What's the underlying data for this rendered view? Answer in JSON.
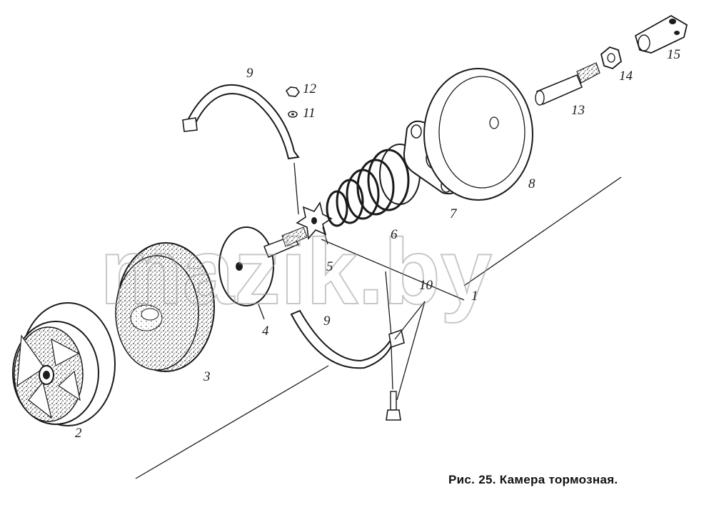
{
  "figure": {
    "caption": "Рис. 25. Камера тормозная.",
    "watermark": "mazik.by",
    "part_labels": [
      {
        "id": "2",
        "text": "2"
      },
      {
        "id": "3",
        "text": "3"
      },
      {
        "id": "4",
        "text": "4"
      },
      {
        "id": "5",
        "text": "5"
      },
      {
        "id": "6",
        "text": "6"
      },
      {
        "id": "7",
        "text": "7"
      },
      {
        "id": "8",
        "text": "8"
      },
      {
        "id": "9a",
        "text": "9"
      },
      {
        "id": "9b",
        "text": "9"
      },
      {
        "id": "10",
        "text": "10"
      },
      {
        "id": "11",
        "text": "11"
      },
      {
        "id": "12",
        "text": "12"
      },
      {
        "id": "13",
        "text": "13"
      },
      {
        "id": "14",
        "text": "14"
      },
      {
        "id": "15",
        "text": "15"
      },
      {
        "id": "1",
        "text": "1"
      }
    ]
  }
}
